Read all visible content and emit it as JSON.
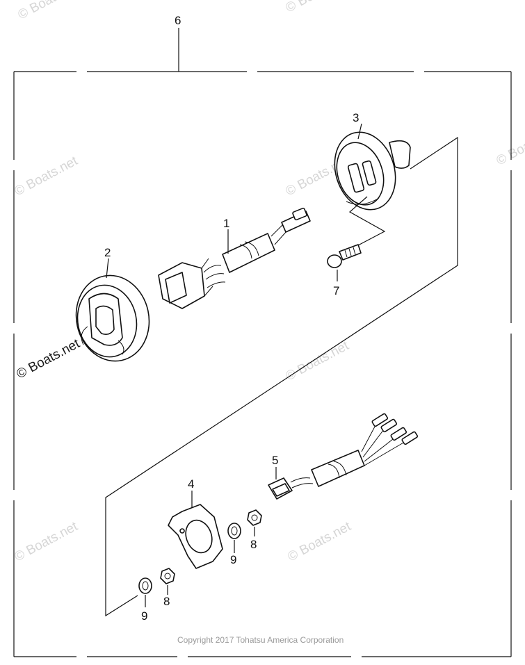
{
  "callouts": {
    "p1": "1",
    "p2": "2",
    "p3": "3",
    "p4": "4",
    "p5": "5",
    "p6": "6",
    "p7": "7",
    "p8a": "8",
    "p8b": "8",
    "p9a": "9",
    "p9b": "9"
  },
  "watermarks": {
    "w1": "© Boats.net",
    "w2": "© Boats.net",
    "w3": "© Boats.net",
    "w4": "© Boats.net",
    "w5": "© Boats.net",
    "w6": "© Boats.net",
    "w7": "© Boats.net",
    "w8": "© Boats.net",
    "w9": "© Boats.net"
  },
  "copyright": "Copyright 2017 Tohatsu America Corporation"
}
